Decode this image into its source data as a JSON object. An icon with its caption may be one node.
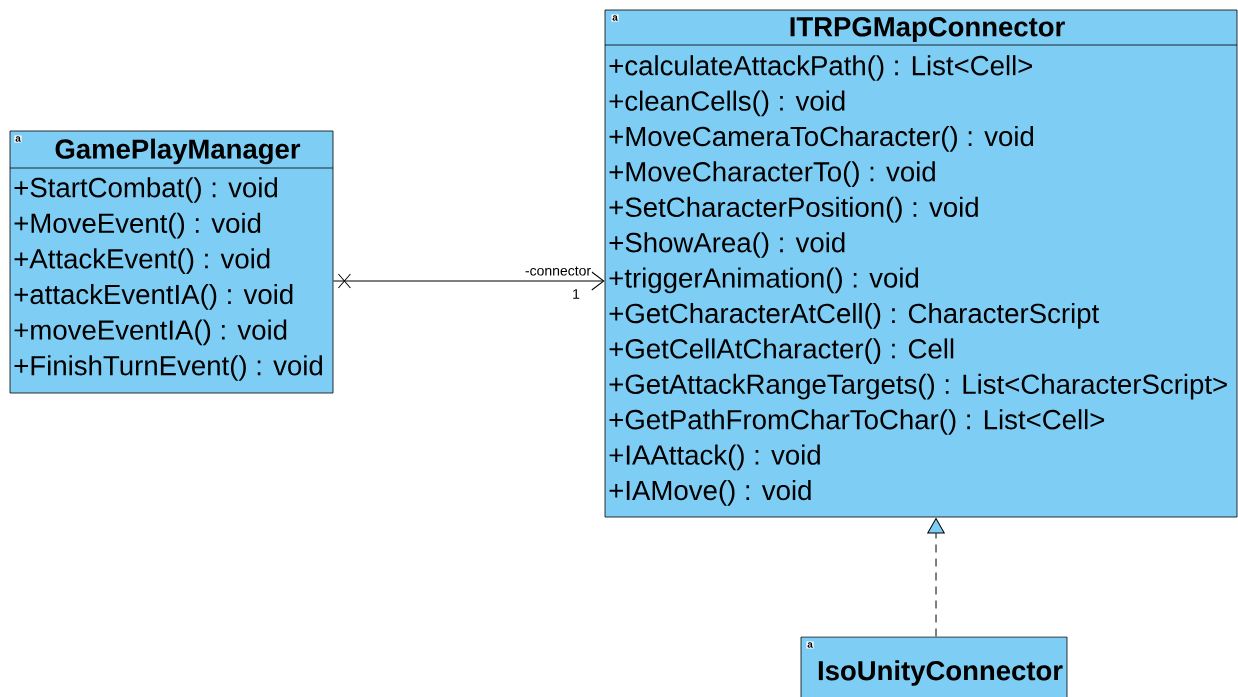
{
  "diagram": {
    "nodes": [
      {
        "text": [
          "GamePlayManager",
          "+StartCombat() : void",
          "+MoveEvent() : void",
          "+AttackEvent() : void",
          "+attackEventIA() : void",
          "+moveEventIA() : void",
          "+FinishTurnEvent() : void"
        ]
      },
      {
        "text": [
          "ITRPGMapConnector",
          "+calculateAttackPath() : List<Cell>",
          "+cleanCells() : void",
          "+MoveCameraToCharacter() : void",
          "+MoveCharacterTo() : void",
          "+SetCharacterPosition() : void",
          "+ShowArea() : void",
          "+triggerAnimation() : void",
          "+GetCharacterAtCell() : CharacterScript",
          "+GetCellAtCharacter() : Cell",
          "+GetAttackRangeTargets() : List<CharacterScript>",
          "+GetPathFromCharToChar() : List<Cell>",
          "+IAAttack() : void",
          "+IAMove() : void"
        ]
      },
      {
        "text": [
          "IsoUnityConnector"
        ]
      }
    ],
    "edges": [
      {
        "from": 0,
        "to": 1,
        "arrow": "to",
        "label": "-connector"
      },
      {
        "from": 2,
        "to": 1,
        "arrow": "to",
        "style": "dashed"
      }
    ],
    "labels": [
      "a",
      "1",
      "a",
      "a"
    ]
  }
}
